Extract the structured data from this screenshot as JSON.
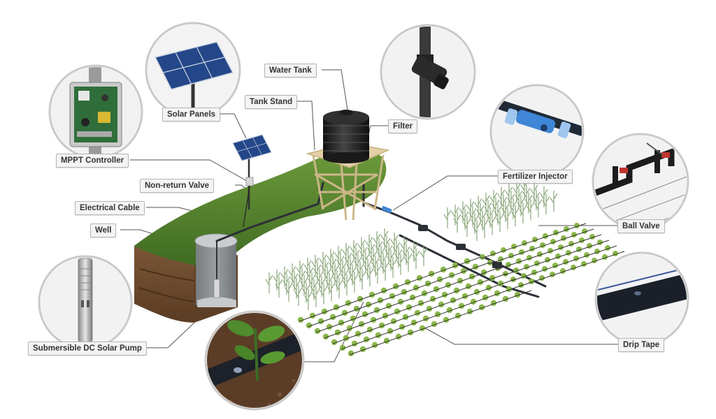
{
  "labels": {
    "water_tank": "Water Tank",
    "tank_stand": "Tank Stand",
    "solar_panels": "Solar Panels",
    "mppt_controller": "MPPT Controller",
    "non_return_valve": "Non-return Valve",
    "electrical_cable": "Electrical Cable",
    "well": "Well",
    "submersible_pump": "Submersible DC Solar Pump",
    "filter": "Filter",
    "fertilizer_injector": "Fertilizer Injector",
    "ball_valve": "Ball Valve",
    "drip_tape": "Drip Tape"
  },
  "colors": {
    "grass": "#4f7f2a",
    "soil": "#6b4a2e",
    "pipe": "#2b2f36",
    "tank": "#262626",
    "stand_wood": "#d8c49a",
    "solar_panel": "#24478a",
    "maize": "#8aa67a",
    "seedling": "#8bb84a",
    "injector_blue": "#3f86d6",
    "leader_line": "#555555"
  }
}
